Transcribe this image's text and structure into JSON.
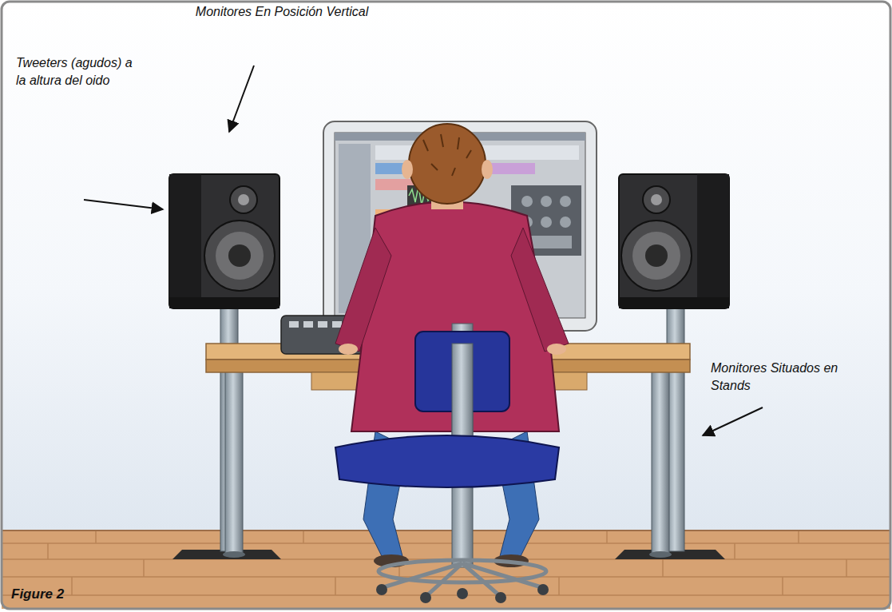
{
  "diagram": {
    "labels": [
      "Monitores En Posición Vertical",
      "Tweeters (agudos) a la altura del oido",
      "Monitores Situados en Stands",
      "Figure 2"
    ]
  }
}
